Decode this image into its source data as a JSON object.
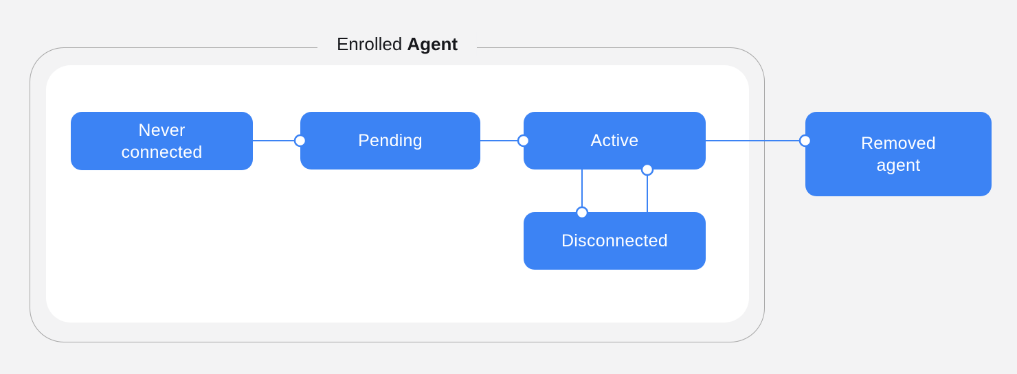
{
  "diagram": {
    "title": {
      "regular": "Enrolled",
      "bold": "Agent"
    },
    "nodes": [
      {
        "id": "never-connected",
        "label": "Never connected"
      },
      {
        "id": "pending",
        "label": "Pending"
      },
      {
        "id": "active",
        "label": "Active"
      },
      {
        "id": "disconnected",
        "label": "Disconnected"
      },
      {
        "id": "removed-agent",
        "label": "Removed agent"
      }
    ],
    "edges": [
      {
        "from": "never-connected",
        "to": "pending"
      },
      {
        "from": "pending",
        "to": "active"
      },
      {
        "from": "active",
        "to": "removed-agent"
      },
      {
        "from": "active",
        "to": "disconnected"
      },
      {
        "from": "disconnected",
        "to": "active"
      }
    ]
  },
  "colors": {
    "background": "#f3f3f4",
    "inner_background": "#ffffff",
    "group_border": "#a6a6a6",
    "title_text": "#17181c",
    "node_fill": "#3c83f4",
    "node_text": "#ffffff",
    "connector": "#3c83f4"
  }
}
